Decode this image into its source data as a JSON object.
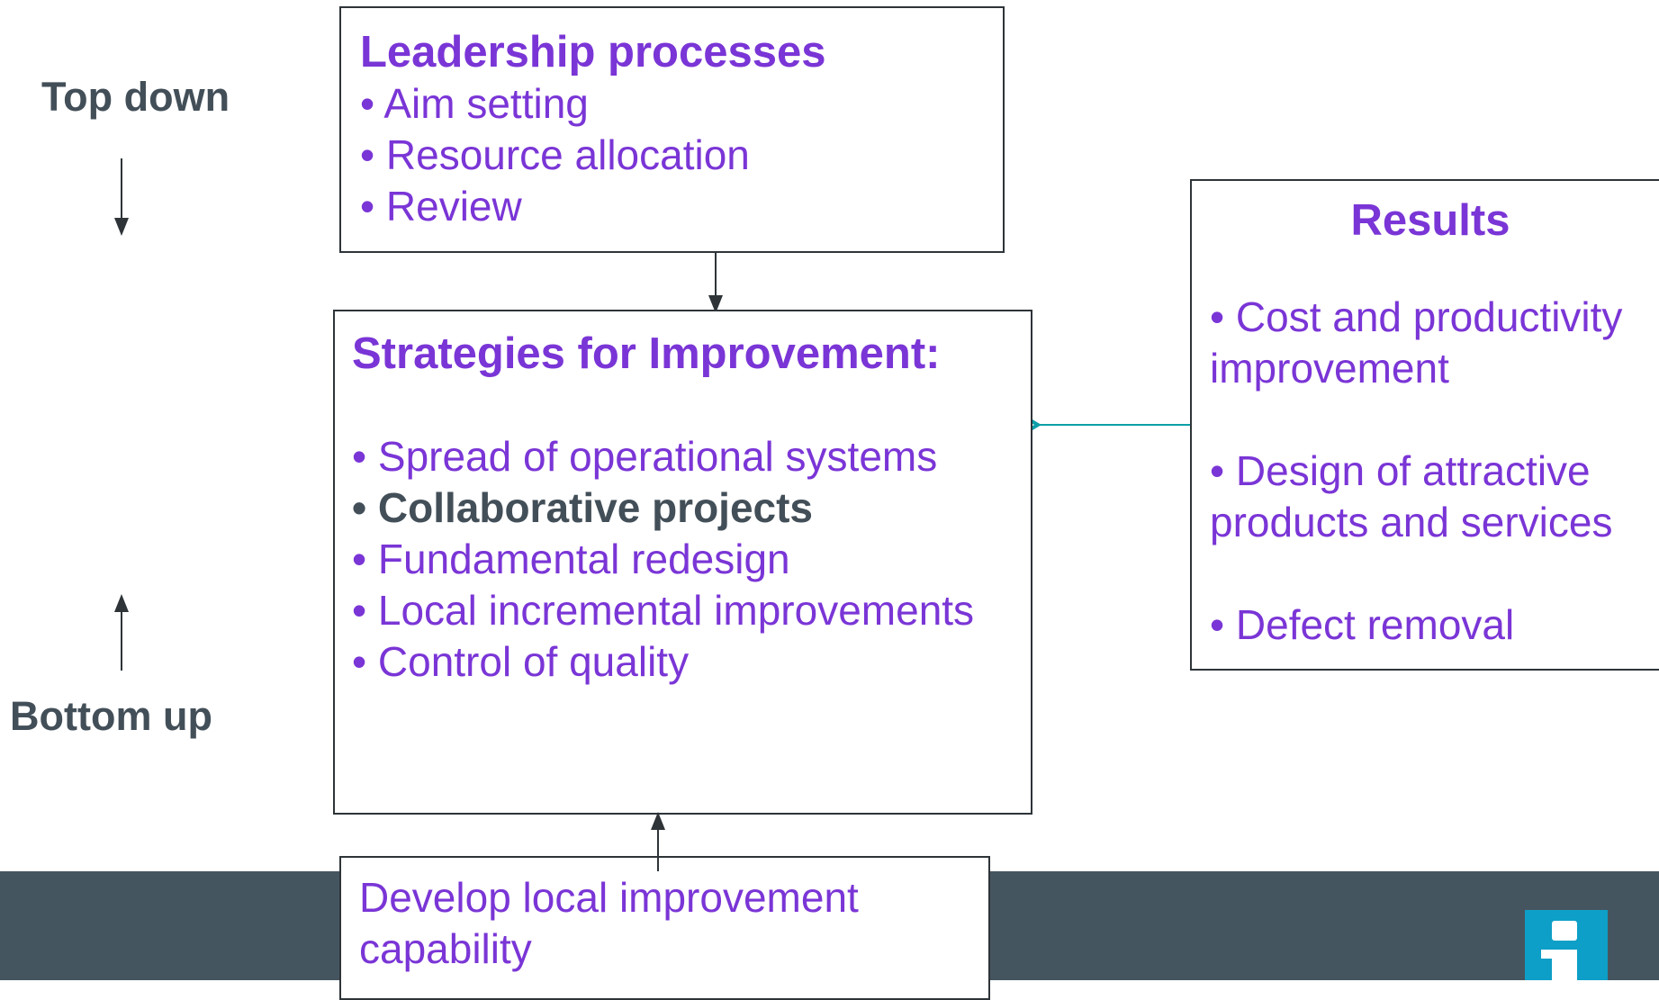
{
  "side_labels": {
    "top": "Top down",
    "bottom": "Bottom up"
  },
  "leadership": {
    "title": "Leadership processes",
    "items": [
      "• Aim setting",
      "• Resource allocation",
      "• Review"
    ]
  },
  "strategies": {
    "title": "Strategies for Improvement:",
    "items": [
      "• Spread of operational systems",
      "• Collaborative projects",
      "• Fundamental redesign",
      "• Local incremental improvements",
      "• Control of quality"
    ]
  },
  "results": {
    "title": "Results",
    "items": [
      "• Cost and productivity improvement",
      "• Design of attractive products and services",
      "• Defect removal"
    ]
  },
  "develop": {
    "text": "Develop local improvement capability"
  },
  "colors": {
    "accent_purple": "#7a35d6",
    "dark_slate": "#434f58",
    "footer": "#455560",
    "teal_arrow": "#0d9fa8",
    "logo": "#0d9fc7"
  },
  "icons": {
    "logo": "info-i-logo-icon"
  }
}
